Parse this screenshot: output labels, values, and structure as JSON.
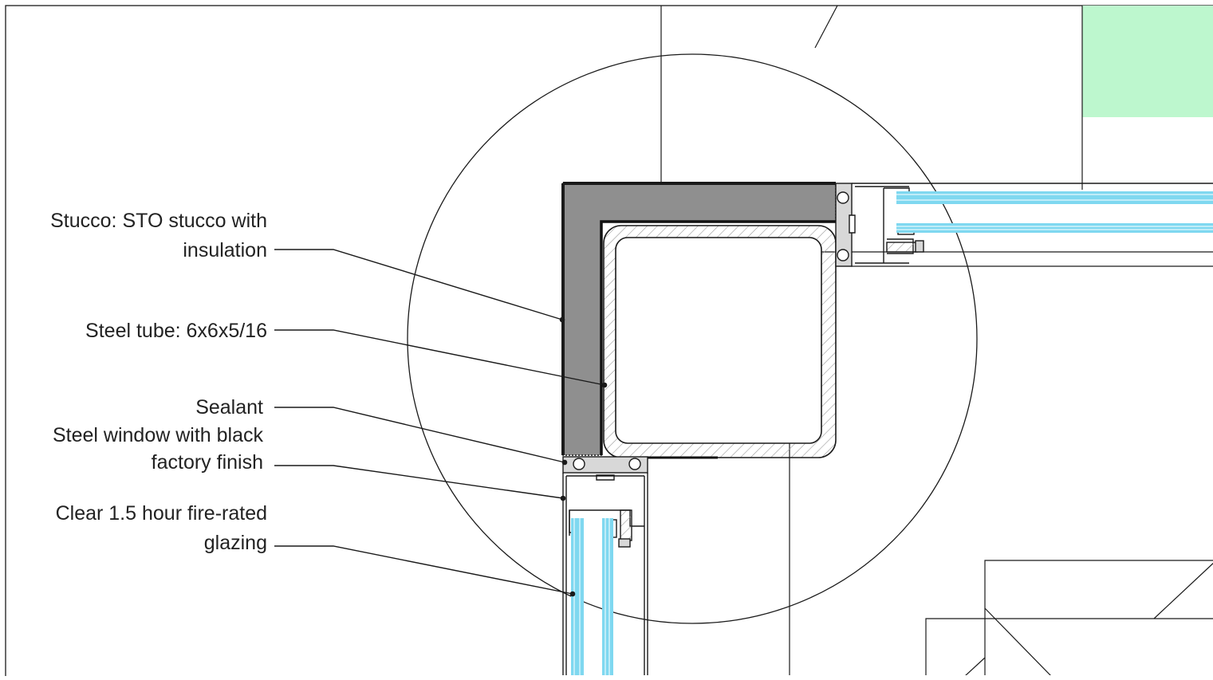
{
  "colors": {
    "line": "#1a1a1a",
    "stucco_fill": "#8f8f8f",
    "glass": "#7fd8f0",
    "green_zone": "#bdf7ce",
    "hatch": "#9a9a9a",
    "hardware": "#d8d8d8"
  },
  "labels": {
    "stucco_line1": "Stucco:  STO stucco with",
    "stucco_line2": "insulation",
    "steel_tube": "Steel tube: 6x6x5/16",
    "sealant": "Sealant",
    "window_line1": "Steel window with black",
    "window_line2": "factory finish",
    "glazing_line1": "Clear 1.5 hour fire-rated",
    "glazing_line2": "glazing"
  }
}
